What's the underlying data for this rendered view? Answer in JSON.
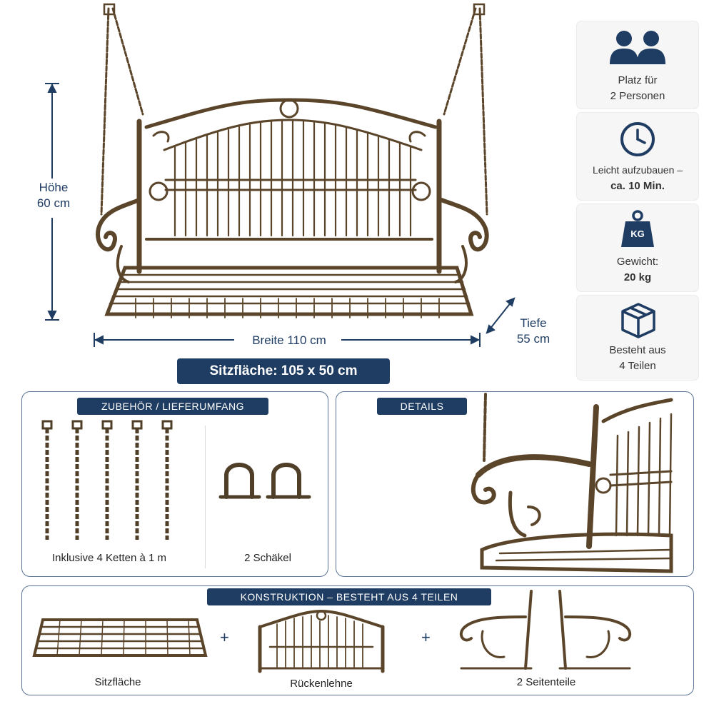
{
  "dimensions": {
    "height_label": "Höhe",
    "height_value": "60 cm",
    "width_label": "Breite 110 cm",
    "depth_label": "Tiefe",
    "depth_value": "55 cm",
    "seat_area": "Sitzfläche: 105 x 50 cm"
  },
  "features": [
    {
      "icon": "people-icon",
      "line1": "Platz für",
      "line2": "2 Personen"
    },
    {
      "icon": "clock-icon",
      "line1": "Leicht aufzubauen –",
      "line2": "ca. 10 Min."
    },
    {
      "icon": "weight-icon",
      "icon_text": "KG",
      "line1": "Gewicht:",
      "line2": "20 kg"
    },
    {
      "icon": "box-icon",
      "line1": "Besteht aus",
      "line2": "4 Teilen"
    }
  ],
  "accessories": {
    "tag": "ZUBEHÖR / LIEFERUMFANG",
    "chains_caption": "Inklusive 4 Ketten à 1 m",
    "shackles_caption": "2 Schäkel"
  },
  "details": {
    "tag": "DETAILS"
  },
  "construction": {
    "tag": "KONSTRUKTION – BESTEHT AUS 4 TEILEN",
    "parts": [
      "Sitzfläche",
      "Rückenlehne",
      "2 Seitenteile"
    ],
    "plus": "+"
  },
  "colors": {
    "navy": "#1f3c62",
    "bronze": "#6b5332",
    "panel_border": "#5a7395"
  }
}
